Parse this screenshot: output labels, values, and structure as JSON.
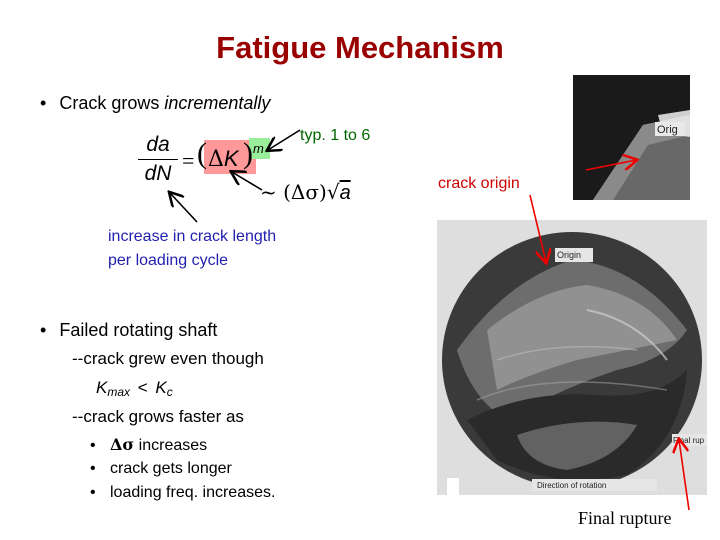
{
  "slide": {
    "title": "Fatigue Mechanism",
    "bullet1": {
      "text": "Crack grows ",
      "emphasis": "incrementally"
    },
    "formula": {
      "num": "da",
      "den": "dN",
      "eq": "=",
      "dk": "K",
      "delta": "Δ",
      "m": "m",
      "approx": "~",
      "approx_paren": "(Δσ)",
      "approx_root": "√",
      "approx_a": "a"
    },
    "annot_exponent": "typ. 1 to 6",
    "annot_rate": "increase in crack length per loading cycle",
    "bullet2": "Failed rotating shaft",
    "sub1": "--crack grew even though",
    "kline": {
      "k1": "K",
      "k1sub": "max",
      "op": "<",
      "k2": "K",
      "k2sub": "c"
    },
    "sub2": "--crack grows faster as",
    "tertiary": [
      {
        "sym": "Δσ",
        "text": " increases"
      },
      {
        "text": "crack gets longer"
      },
      {
        "text": "loading freq. increases."
      }
    ],
    "bullet_char": "•",
    "small_bullet_char": "•",
    "photo_top": {
      "label": "Orig"
    },
    "photo_main": {
      "origin": "Origin",
      "final": "Final rup",
      "direction": "Direction of rotation"
    },
    "label_crack_origin": "crack origin",
    "label_final_rupture": "Final rupture",
    "colors": {
      "title": "#990000",
      "green": "#006600",
      "blue": "#1f1fb0",
      "red": "#cc0000",
      "arrow_red": "#ee0000"
    }
  }
}
